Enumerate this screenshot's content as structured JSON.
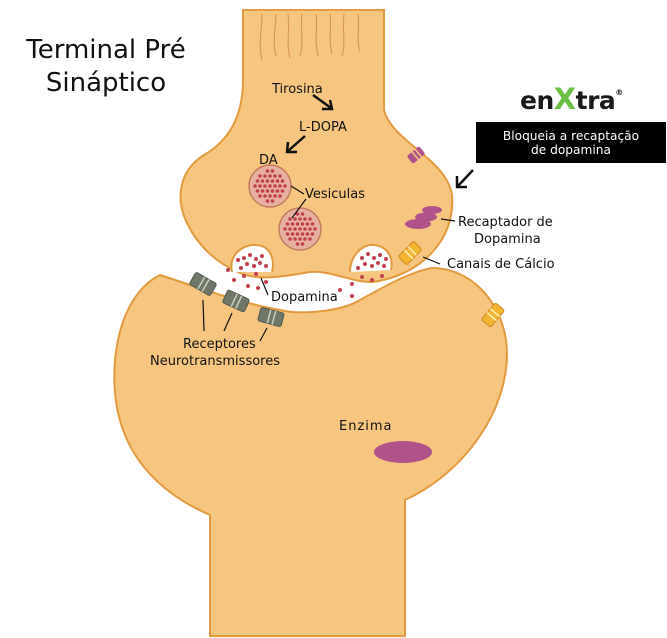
{
  "title": {
    "line1": "Terminal Pré",
    "line2": "Sináptico"
  },
  "brand": {
    "pre": "en",
    "x": "X",
    "post": "tra",
    "reg": "®",
    "accent_color": "#6abf45"
  },
  "callout": {
    "line1": "Bloqueia a recaptação",
    "line2": "de dopamina"
  },
  "labels": {
    "tirosina": "Tirosina",
    "ldopa": "L-DOPA",
    "da": "DA",
    "vesiculas": "Vesiculas",
    "recaptador1": "Recaptador de",
    "recaptador2": "Dopamina",
    "canais": "Canais de Cálcio",
    "dopamina": "Dopamina",
    "receptores1": "Receptores",
    "receptores2": "Neurotransmissores",
    "enzima": "Enzima"
  },
  "colors": {
    "neuron_fill": "#f6c680",
    "neuron_stroke": "#e29a3e",
    "vesicle_fill": "#e8b0a0",
    "vesicle_dot": "#c0404f",
    "reuptake": "#b0538a",
    "calcium_channel": "#f2b431",
    "receptor": "#6f7868",
    "enzyme": "#b0538a"
  }
}
